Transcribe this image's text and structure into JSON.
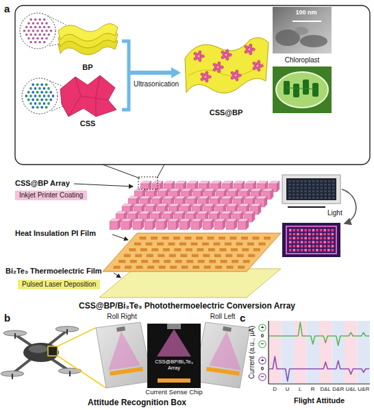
{
  "diagram": {
    "nodes": [
      {
        "text": [
          "Inkjet Printer Coating"
        ]
      },
      {
        "text": [
          "Pulsed Laser Deposition"
        ]
      }
    ],
    "labels": [
      "a",
      "BP",
      "CSS",
      "Ultrasonication",
      "CSS@BP",
      "100 nm",
      "Chloroplast",
      "CSS@BP Array",
      "Heat Insulation PI Film",
      "Bi₂Te₃ Thermoelectric Film",
      "Light",
      "CSS@BP/Bi₂Te₃ Photothermoelectric Conversion Array",
      "b",
      "Roll Right",
      "Roll Left",
      "CSS@BP/Bi₂Te₃ Array",
      "Current Sense Chip",
      "Attitude Recognition Box",
      "c",
      "Current (a.u., μA)",
      "+",
      "0",
      "−",
      "+",
      "0",
      "−",
      "D",
      "U",
      "L",
      "R",
      "D&L",
      "D&R",
      "U&L",
      "U&R",
      "Flight Attitude"
    ]
  }
}
